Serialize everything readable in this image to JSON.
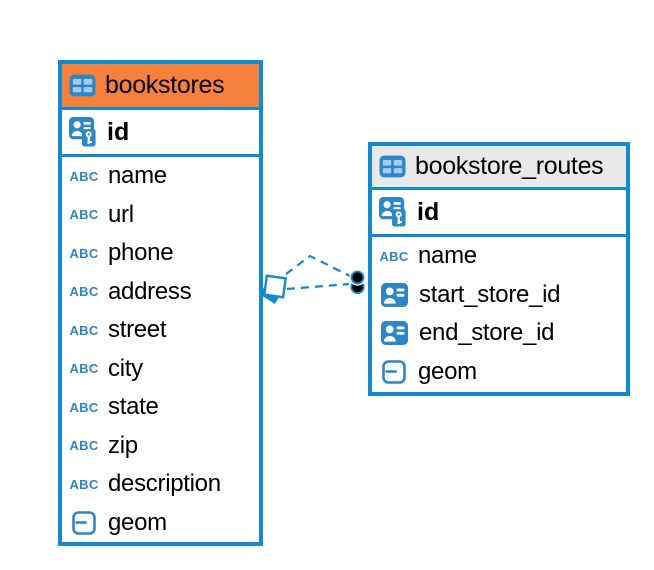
{
  "diagram": {
    "background": "#ffffff",
    "accent_blue": "#1389CE",
    "icon_blue": "#2C86C8",
    "icon_cell_blue": "#A9CBE9"
  },
  "icons": {
    "abc_label": "ABC",
    "primary_key_icon": "person-key-icon",
    "foreign_key_icon": "person-card-icon",
    "text_icon": "abc-text-icon",
    "geometry_icon": "geometry-box-icon",
    "table_icon": "table-grid-icon"
  },
  "tables": [
    {
      "name": "bookstores",
      "header_bg": "#F5813C",
      "columns": [
        {
          "name": "id",
          "icon": "person-key-icon"
        },
        {
          "name": "name",
          "icon": "abc-text-icon"
        },
        {
          "name": "url",
          "icon": "abc-text-icon"
        },
        {
          "name": "phone",
          "icon": "abc-text-icon"
        },
        {
          "name": "address",
          "icon": "abc-text-icon"
        },
        {
          "name": "street",
          "icon": "abc-text-icon"
        },
        {
          "name": "city",
          "icon": "abc-text-icon"
        },
        {
          "name": "state",
          "icon": "abc-text-icon"
        },
        {
          "name": "zip",
          "icon": "abc-text-icon"
        },
        {
          "name": "description",
          "icon": "abc-text-icon"
        },
        {
          "name": "geom",
          "icon": "geometry-box-icon"
        }
      ]
    },
    {
      "name": "bookstore_routes",
      "header_bg": "#E9E9E9",
      "columns": [
        {
          "name": "id",
          "icon": "person-key-icon"
        },
        {
          "name": "name",
          "icon": "abc-text-icon"
        },
        {
          "name": "start_store_id",
          "icon": "person-card-icon"
        },
        {
          "name": "end_store_id",
          "icon": "person-card-icon"
        },
        {
          "name": "geom",
          "icon": "geometry-box-icon"
        }
      ]
    }
  ],
  "relations": [
    {
      "from_table": "bookstores",
      "to_table": "bookstore_routes",
      "line_style": "dashed",
      "start_marker": "diamond",
      "end_marker": "dot"
    },
    {
      "from_table": "bookstores",
      "to_table": "bookstore_routes",
      "line_style": "dashed",
      "start_marker": "diamond",
      "end_marker": "dot"
    }
  ]
}
